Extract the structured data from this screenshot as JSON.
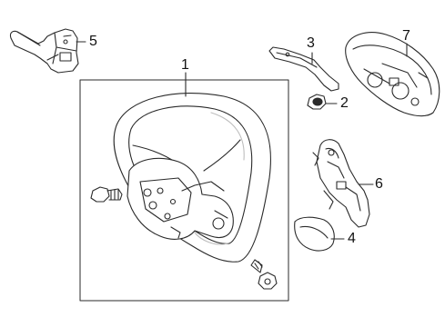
{
  "callouts": {
    "c1": "1",
    "c2": "2",
    "c3": "3",
    "c4": "4",
    "c5": "5",
    "c6": "6",
    "c7": "7"
  },
  "colors": {
    "line": "#2a2a2a",
    "fill": "#ffffff",
    "shade": "#d9d9d9"
  }
}
